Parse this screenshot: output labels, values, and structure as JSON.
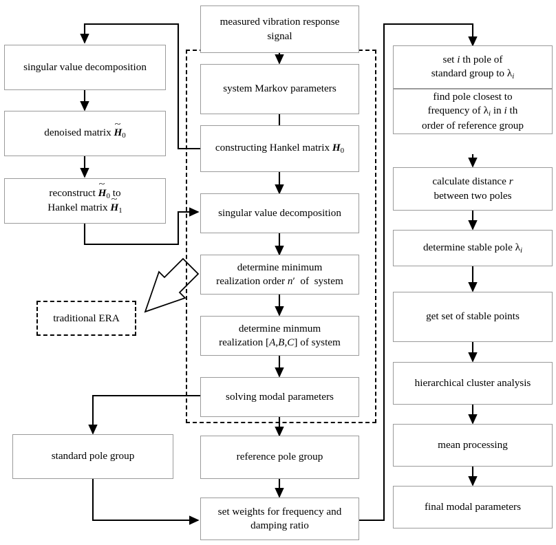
{
  "diagram": {
    "title": "ERA-based modal parameter identification flowchart",
    "colors": {
      "box_border": "#9a9a9a",
      "line": "#000000",
      "background": "#ffffff",
      "group_border": "#000000"
    },
    "left_column": {
      "nodes": [
        {
          "id": "svd-left",
          "label": "singular value decomposition"
        },
        {
          "id": "denoised-matrix",
          "label": "denoised matrix H̃0"
        },
        {
          "id": "reconstruct-hankel",
          "label": "reconstruct H̃0 to Hankel matrix H̃1"
        },
        {
          "id": "standard-pole-group",
          "label": "standard pole group"
        }
      ],
      "callout": {
        "id": "traditional-era",
        "label": "traditional ERA"
      }
    },
    "middle_column": {
      "nodes": [
        {
          "id": "measured-signal",
          "label": "measured vibration response signal"
        },
        {
          "id": "markov-parameters",
          "label": "system Markov parameters"
        },
        {
          "id": "constructing-hankel",
          "label": "constructing Hankel matrix H0"
        },
        {
          "id": "svd-middle",
          "label": "singular value decomposition"
        },
        {
          "id": "min-realization-order",
          "label": "determine minimum realization order n′ of system"
        },
        {
          "id": "min-realization-abc",
          "label": "determine minmum realization [A,B,C] of system"
        },
        {
          "id": "solving-modal-parameters",
          "label": "solving modal parameters"
        },
        {
          "id": "reference-pole-group",
          "label": "reference pole group"
        },
        {
          "id": "set-weights",
          "label": "set weights for frequency and damping ratio"
        }
      ]
    },
    "right_column": {
      "nodes": [
        {
          "id": "set-ith-pole",
          "label": "set i th pole of standard group to λi"
        },
        {
          "id": "find-closest-pole",
          "label": "find pole closest to frequency of λi in i th order of reference group"
        },
        {
          "id": "calculate-distance",
          "label": "calculate distance r between two poles"
        },
        {
          "id": "determine-stable-pole",
          "label": "determine stable pole λi"
        },
        {
          "id": "stable-points-set",
          "label": "get set of stable points"
        },
        {
          "id": "hierarchical-cluster",
          "label": "hierarchical cluster analysis"
        },
        {
          "id": "mean-processing",
          "label": "mean processing"
        },
        {
          "id": "final-modal-parameters",
          "label": "final modal parameters"
        }
      ]
    },
    "connectors": [
      {
        "from": "feedback-constructing-hankel",
        "to": "svd-left",
        "style": "solid-arrow"
      },
      {
        "from": "svd-left",
        "to": "denoised-matrix",
        "style": "solid-arrow"
      },
      {
        "from": "denoised-matrix",
        "to": "reconstruct-hankel",
        "style": "solid-arrow"
      },
      {
        "from": "reconstruct-hankel",
        "to": "svd-middle",
        "style": "solid-arrow"
      },
      {
        "from": "measured-signal",
        "to": "markov-parameters",
        "style": "solid-arrow"
      },
      {
        "from": "markov-parameters",
        "to": "constructing-hankel",
        "style": "solid-arrow"
      },
      {
        "from": "constructing-hankel",
        "to": "svd-middle",
        "style": "solid-arrow"
      },
      {
        "from": "svd-middle",
        "to": "min-realization-order",
        "style": "solid-arrow"
      },
      {
        "from": "min-realization-order",
        "to": "min-realization-abc",
        "style": "solid-arrow"
      },
      {
        "from": "min-realization-abc",
        "to": "solving-modal-parameters",
        "style": "solid-arrow"
      },
      {
        "from": "solving-modal-parameters",
        "to": "reference-pole-group",
        "style": "solid-arrow"
      },
      {
        "from": "solving-modal-parameters",
        "to": "standard-pole-group",
        "style": "solid-arrow"
      },
      {
        "from": "reference-pole-group",
        "to": "set-weights",
        "style": "solid-arrow"
      },
      {
        "from": "standard-pole-group",
        "to": "set-weights",
        "style": "solid-arrow"
      },
      {
        "from": "set-weights",
        "to": "set-ith-pole",
        "style": "solid-arrow"
      },
      {
        "from": "set-ith-pole",
        "to": "find-closest-pole",
        "style": "solid-arrow"
      },
      {
        "from": "find-closest-pole",
        "to": "calculate-distance",
        "style": "solid-arrow"
      },
      {
        "from": "calculate-distance",
        "to": "determine-stable-pole",
        "style": "solid-arrow"
      },
      {
        "from": "determine-stable-pole",
        "to": "stable-points-set",
        "style": "solid-arrow"
      },
      {
        "from": "stable-points-set",
        "to": "hierarchical-cluster",
        "style": "solid-arrow"
      },
      {
        "from": "hierarchical-cluster",
        "to": "mean-processing",
        "style": "solid-arrow"
      },
      {
        "from": "mean-processing",
        "to": "final-modal-parameters",
        "style": "solid-arrow"
      },
      {
        "from": "era-group-box",
        "to": "traditional-era",
        "style": "hollow-arrow"
      }
    ]
  }
}
